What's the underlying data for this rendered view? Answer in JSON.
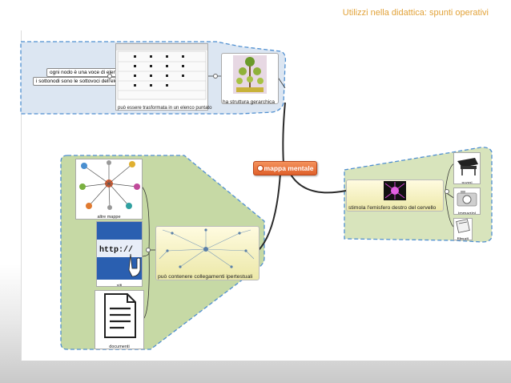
{
  "slide": {
    "title": "Utilizzi nella didattica: spunti operativi"
  },
  "map": {
    "central": {
      "label": "mappa mentale",
      "color": "#e8703a"
    },
    "top_branch": {
      "fill": "#dce6f2",
      "subnotes": [
        "ogni nodo è una voce di elenco",
        "i sottonodi sono le sottovoci dell'elenco"
      ],
      "list_label": "può essere trasformata in un elenco puntato",
      "tree_label": "ha struttura gerarchica"
    },
    "left_branch": {
      "fill": "#c6d9a5",
      "topic_label": "può contenere collegamenti ipertestuali",
      "children": [
        {
          "caption": "altre mappe",
          "icon": "mindmap-icon"
        },
        {
          "caption": "siti",
          "icon": "url-hand-icon",
          "url_text": "http://"
        },
        {
          "caption": "documenti",
          "icon": "document-icon"
        }
      ]
    },
    "right_branch": {
      "fill": "#d8e4bc",
      "topic_label": "stimola l'emisfero destro del cervello",
      "children": [
        {
          "caption": "suoni",
          "icon": "piano-icon"
        },
        {
          "caption": "immagini",
          "icon": "camera-icon"
        },
        {
          "caption": "filmati",
          "icon": "film-icon"
        }
      ]
    }
  }
}
